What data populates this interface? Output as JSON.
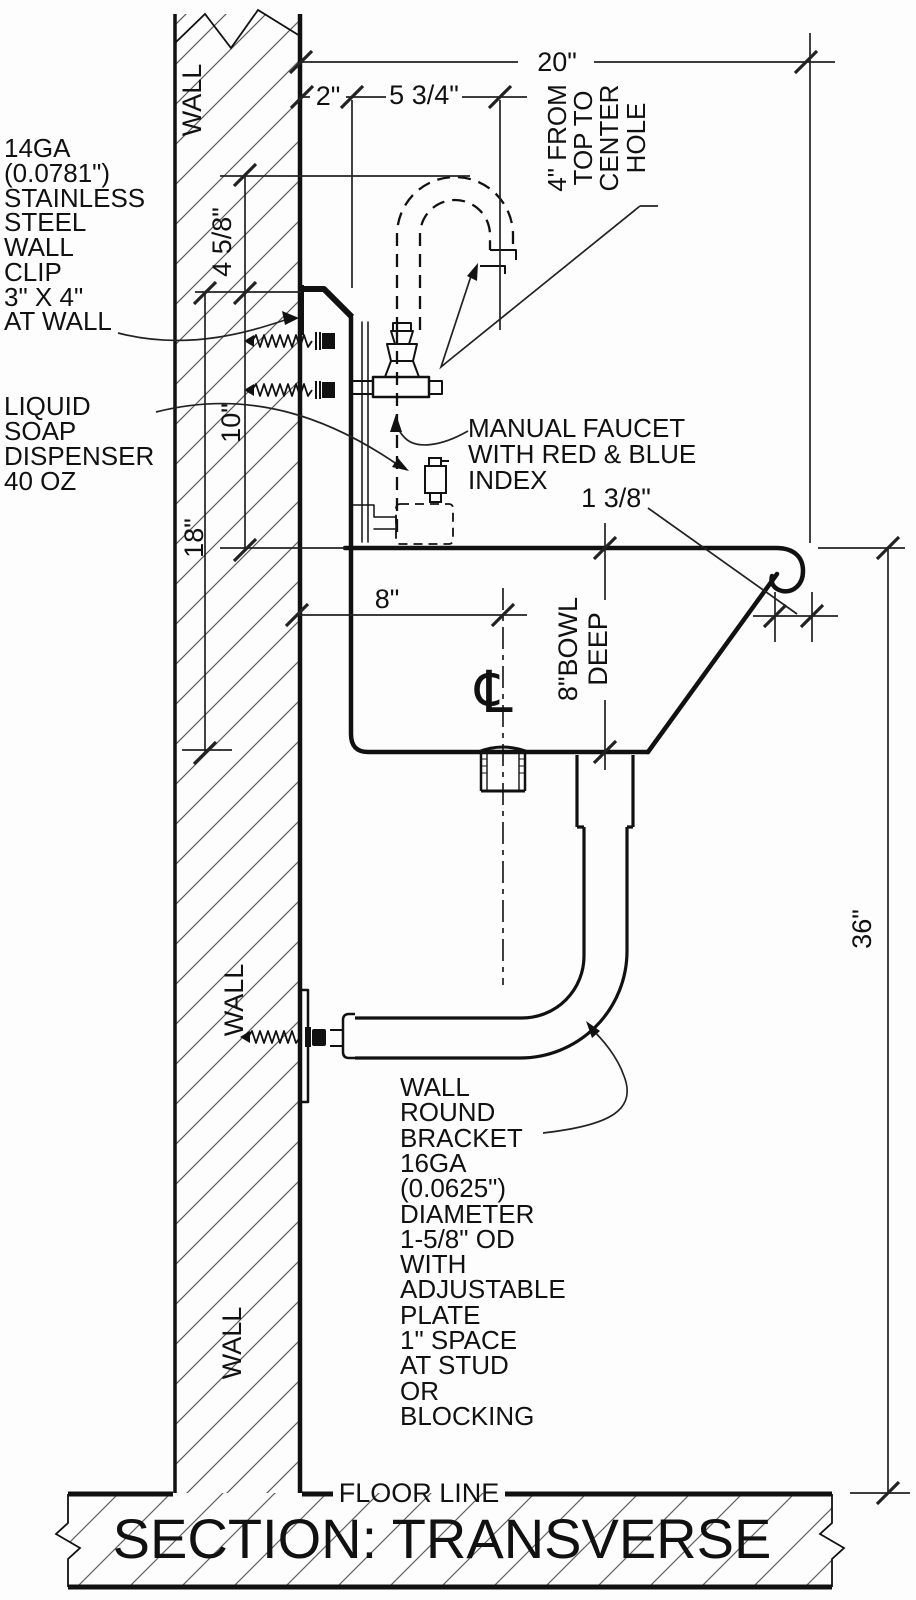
{
  "title": "SECTION: TRANSVERSE",
  "floor_label": "FLOOR LINE",
  "wall_labels": [
    "WALL",
    "WALL",
    "WALL"
  ],
  "dims": {
    "overall_width": "20\"",
    "clip_offset": "2\"",
    "faucet_offset": "5 3/4\"",
    "top_to_hole": "4 5/8\"",
    "hole_to_rim": "10\"",
    "hole_to_bottom": "18\"",
    "rim_to_drain": "8\"",
    "rim_hook": "1 3/8\"",
    "rim_height": "36\"",
    "bowl_depth_l1": "8\"BOWL",
    "bowl_depth_l2": "DEEP"
  },
  "notes": {
    "clip": [
      "14GA",
      "(0.0781\")",
      "STAINLESS",
      "STEEL",
      "WALL",
      "CLIP",
      "3\" X 4\"",
      "AT WALL"
    ],
    "soap": [
      "LIQUID",
      "SOAP",
      "DISPENSER",
      "40 OZ"
    ],
    "faucet": [
      "MANUAL FAUCET",
      "WITH RED & BLUE",
      "INDEX"
    ],
    "hole": [
      "4\" FROM",
      "TOP TO",
      "CENTER",
      "HOLE"
    ],
    "bracket": [
      "WALL",
      "ROUND",
      "BRACKET",
      "16GA",
      "(0.0625\")",
      "DIAMETER",
      "1-5/8\" OD",
      "WITH",
      "ADJUSTABLE",
      "PLATE",
      "1\" SPACE",
      "AT STUD",
      "OR",
      "BLOCKING"
    ]
  },
  "symbols": {
    "centerline": "℄"
  },
  "colors": {
    "ink": "#111111",
    "hatch": "#5a5a5a",
    "paper": "#fdfdfd"
  }
}
